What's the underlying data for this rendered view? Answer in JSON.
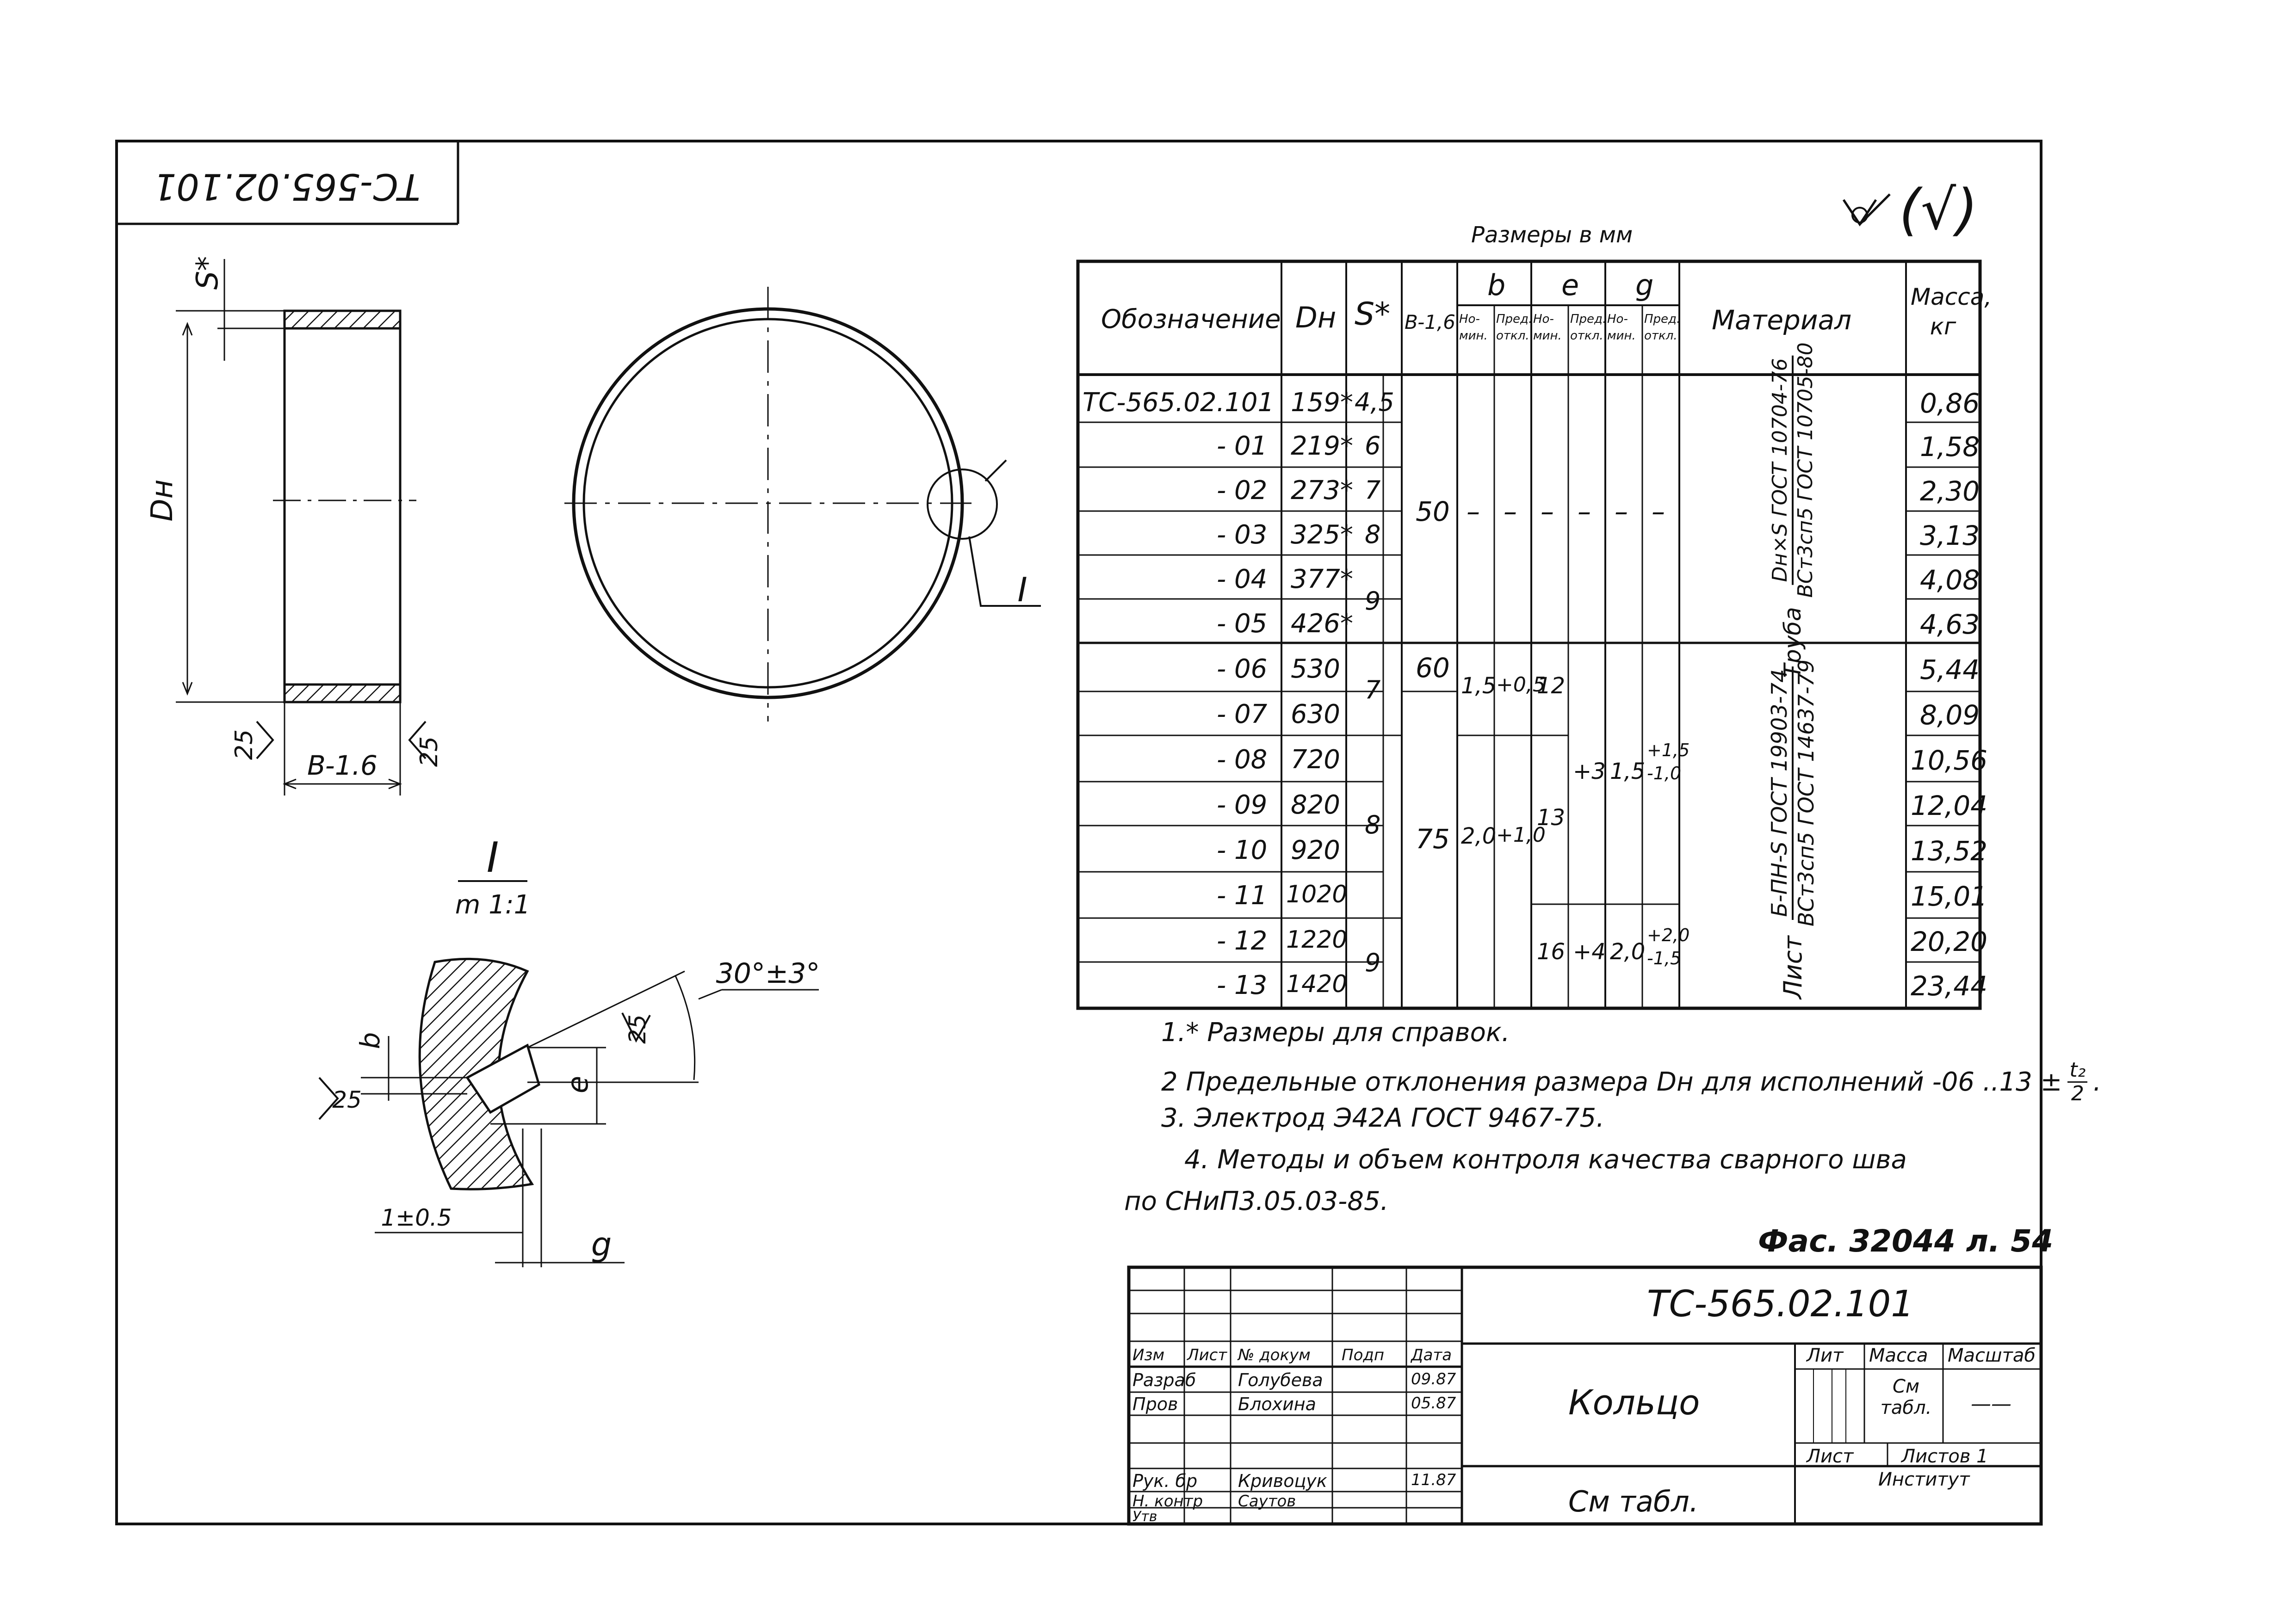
{
  "doc": {
    "code": "ТС-565.02.101",
    "code_stamp": "ТС-565.02.101",
    "roughness_symbol": "∀ (√)",
    "archive_ref": "Фас. 32044 л. 54",
    "sizes_caption": "Размеры в мм"
  },
  "views": {
    "s_star": "S*",
    "dn": "Dн",
    "b_label": "B-1.6",
    "rough_left": "25",
    "rough_right": "25",
    "detail_mark": "I",
    "detail_title": "I",
    "detail_scale": "m 1:1",
    "angle_label": "30°±3°",
    "rough_detail_1": "25",
    "rough_detail_2": "25",
    "b_dim": "b",
    "e_dim": "e",
    "gap_dim": "1±0.5",
    "g_dim": "g"
  },
  "table": {
    "headers": {
      "oboz": "Обозначение",
      "dn": "Dн",
      "s": "S*",
      "b16": "B-1,6",
      "b": "b",
      "e": "e",
      "g": "g",
      "nom1": "Но-мин.",
      "pred1": "Пред. откл.",
      "nom2": "Но-мин.",
      "pred2": "Пред. откл.",
      "nom3": "Но-мин.",
      "pred3": "Пред. откл.",
      "material": "Материал",
      "mass": "Масса, кг"
    },
    "rows": [
      {
        "oboz": "ТС-565.02.101",
        "dn": "159*",
        "s": "4,5",
        "mass": "0,86"
      },
      {
        "oboz": "- 01",
        "dn": "219*",
        "s": "6",
        "mass": "1,58"
      },
      {
        "oboz": "- 02",
        "dn": "273*",
        "s": "7",
        "mass": "2,30"
      },
      {
        "oboz": "- 03",
        "dn": "325*",
        "s": "8",
        "mass": "3,13"
      },
      {
        "oboz": "- 04",
        "dn": "377*",
        "s": "9",
        "mass": "4,08"
      },
      {
        "oboz": "- 05",
        "dn": "426*",
        "s": "",
        "mass": "4,63"
      },
      {
        "oboz": "- 06",
        "dn": "530",
        "s": "7",
        "mass": "5,44"
      },
      {
        "oboz": "- 07",
        "dn": "630",
        "s": "",
        "mass": "8,09"
      },
      {
        "oboz": "- 08",
        "dn": "720",
        "s": "8",
        "mass": "10,56"
      },
      {
        "oboz": "- 09",
        "dn": "820",
        "s": "",
        "mass": "12,04"
      },
      {
        "oboz": "- 10",
        "dn": "920",
        "s": "",
        "mass": "13,52"
      },
      {
        "oboz": "- 11",
        "dn": "1020",
        "s": "",
        "mass": "15,01"
      },
      {
        "oboz": "- 12",
        "dn": "1220",
        "s": "9",
        "mass": "20,20"
      },
      {
        "oboz": "- 13",
        "dn": "1420",
        "s": "",
        "mass": "23,44"
      }
    ],
    "groups": {
      "b16_50": "50",
      "b16_60": "60",
      "b16_75": "75",
      "dash": "–",
      "b_nom_1": "1,5",
      "b_pred_1": "+0,5",
      "b_nom_2": "2,0",
      "b_pred_2": "+1,0",
      "e_nom_1": "12",
      "e_nom_2": "13",
      "e_nom_3": "16",
      "e_pred_1": "+3",
      "e_pred_2": "+4",
      "g_nom_1": "1,5",
      "g_nom_2": "2,0",
      "g_pred_1a": "+1,5",
      "g_pred_1b": "-1,0",
      "g_pred_2a": "+2,0",
      "g_pred_2b": "-1,5",
      "mat_1_pre": "Труба",
      "mat_1_num": "Dн×S ГОСТ 10704-76",
      "mat_1_den": "ВСт3сп5 ГОСТ 10705-80",
      "mat_2_pre": "Лист",
      "mat_2_num": "Б-ПН-S ГОСТ 19903-74",
      "mat_2_den": "ВСт3сп5 ГОСТ 14637-79"
    }
  },
  "notes": [
    "1.* Размеры для справок.",
    "2  Предельные отклонения размера Dн для исполнений -06 ..13 ±",
    "3.  Электрод Э42А  ГОСТ 9467-75.",
    "4.  Методы и объем контроля качества сварного шва",
    "по  СНиП3.05.03-85."
  ],
  "note2_fraction": {
    "num": "t₂",
    "den": "2"
  },
  "title_block": {
    "code": "ТС-565.02.101",
    "name": "Кольцо",
    "material": "См  табл.",
    "hdr_izm": "Изм",
    "hdr_list": "Лист",
    "hdr_doc": "№ докум",
    "hdr_podp": "Подп",
    "hdr_data": "Дата",
    "lit": "Лит",
    "massa": "Масса",
    "masshtab": "Масштаб",
    "massa_val": "См табл.",
    "masshtab_val": "——",
    "list": "Лист",
    "listov": "Листов  1",
    "org": "Институт",
    "roles": [
      {
        "role": "Разраб",
        "name": "Голубева",
        "date": "09.87"
      },
      {
        "role": "Пров",
        "name": "Блохина",
        "date": "05.87"
      },
      {
        "role": "Рук. бр",
        "name": "Кривоцук",
        "date": "11.87"
      },
      {
        "role": "Н. контр",
        "name": "Саутов",
        "date": ""
      },
      {
        "role": "Утв",
        "name": "",
        "date": ""
      }
    ]
  }
}
